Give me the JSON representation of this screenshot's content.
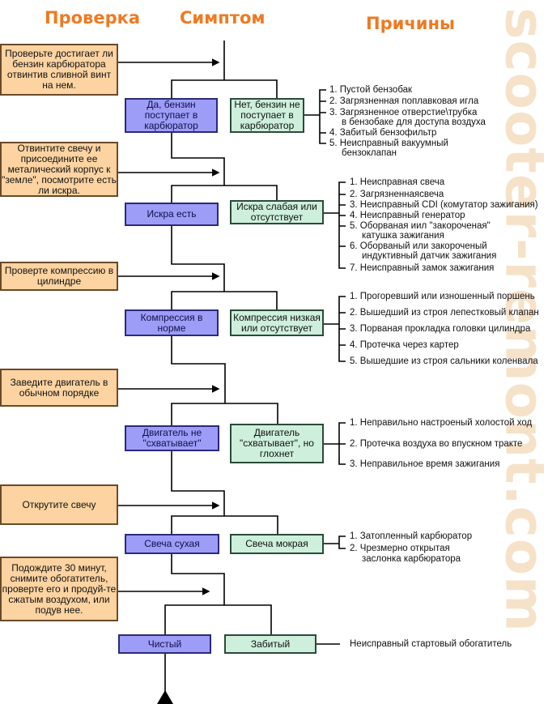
{
  "headers": {
    "check": "Проверка",
    "symptom": "Симптом",
    "causes": "Причины"
  },
  "watermark": "scooter-remont.com",
  "colors": {
    "header": "#ee7a22",
    "check_fill": "#fcd3a1",
    "yes_fill": "#9d9cf6",
    "no_fill": "#cdefdc"
  },
  "steps": [
    {
      "check": "Проверьте достигает ли бензин карбюратора отвинтив сливной винт на нем.",
      "yes": "Да, бензин поступает в карбюратор",
      "no": "Нет, бензин не поступает в карбюратор",
      "causes": [
        "1. Пустой бензобак",
        "2. Загрязненная поплавковая игла",
        "3. Загрязненное отверстие\\трубка",
        "в бензобаке для доступа воздуха",
        "4. Забитый бензофильтр",
        "5. Неисправный вакуумный",
        "бензоклапан"
      ]
    },
    {
      "check": "Отвинтите свечу и присоедините ее металический корпус к \"земле\", посмотрите есть ли искра.",
      "yes": "Искра есть",
      "no": "Искра слабая или отсутствует",
      "causes": [
        "1. Неисправная свеча",
        "2. Загрязненнаясвеча",
        "3. Неисправный CDI (комутатор зажигания)",
        "4. Неисправный генератор",
        "5. Оборваная иил \"закороченая\"",
        "катушка зажигания",
        "6. Оборваный или закороченый",
        "индуктивный датчик зажигания",
        "7. Неисправный замок зажигания"
      ]
    },
    {
      "check": "Проверте компрессию в цилиндре",
      "yes": "Компрессия в норме",
      "no": "Компрессия низкая или отсутствует",
      "causes": [
        "1. Прогоревший или изношенный поршень",
        "2. Вышедший из строя лепестковый клапан",
        "3. Порваная прокладка головки цилиндра",
        "4. Протечка через картер",
        "5. Вышедшие из строя сальники коленвала"
      ]
    },
    {
      "check": "Заведите двигатель в обычном порядке",
      "yes": "Двигатель не \"схватывает\"",
      "no": "Двигатель \"схватывает\", но глохнет",
      "causes": [
        "1. Неправильно настроеный холостой ход",
        "2. Протечка воздуха во впускном тракте",
        "3. Неправильное время зажигания"
      ]
    },
    {
      "check": "Открутите свечу",
      "yes": "Свеча сухая",
      "no": "Свеча мокрая",
      "causes": [
        "1. Затопленный карбюратор",
        "2. Чрезмерно открытая",
        "заслонка карбюратора"
      ]
    },
    {
      "check": "Подождите 30 минут, снимите обогатитель, проверте его и продуй-те сжатым воздухом, или подув нее.",
      "yes": "Чистый",
      "no": "Забитый",
      "causes": [
        "Неисправный стартовый обогатитель"
      ]
    }
  ]
}
